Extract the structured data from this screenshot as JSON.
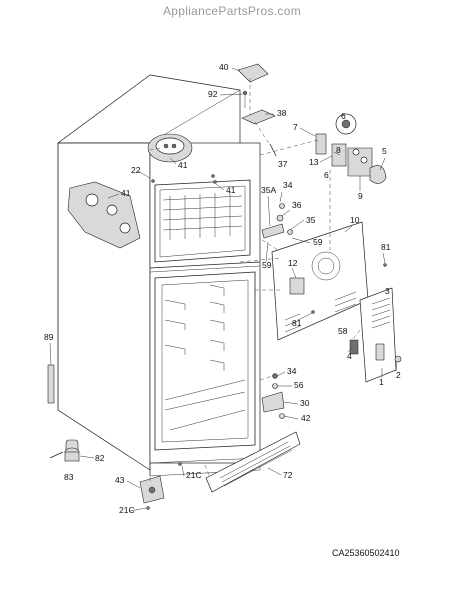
{
  "header": {
    "site": "AppliancePartsPros.com"
  },
  "diagram_code": "CA25360502410",
  "callouts": {
    "c40": "40",
    "c92": "92",
    "c38": "38",
    "c7": "7",
    "c6a": "6",
    "c8": "8",
    "c13": "13",
    "c6b": "6",
    "c5": "5",
    "c9": "9",
    "c41a": "41",
    "c37": "37",
    "c22": "22",
    "c41b": "41",
    "c41c": "41",
    "c34a": "34",
    "c35A": "35A",
    "c36": "36",
    "c35": "35",
    "c10": "10",
    "c59a": "59",
    "c59b": "59",
    "c81a": "81",
    "c12": "12",
    "c81b": "81",
    "c58": "58",
    "c3": "3",
    "c4": "4",
    "c1": "1",
    "c2": "2",
    "c89": "89",
    "c34b": "34",
    "c56": "56",
    "c30": "30",
    "c42": "42",
    "c82": "82",
    "c83": "83",
    "c43": "43",
    "c21Ca": "21C",
    "c21Cb": "21C",
    "c72": "72"
  }
}
